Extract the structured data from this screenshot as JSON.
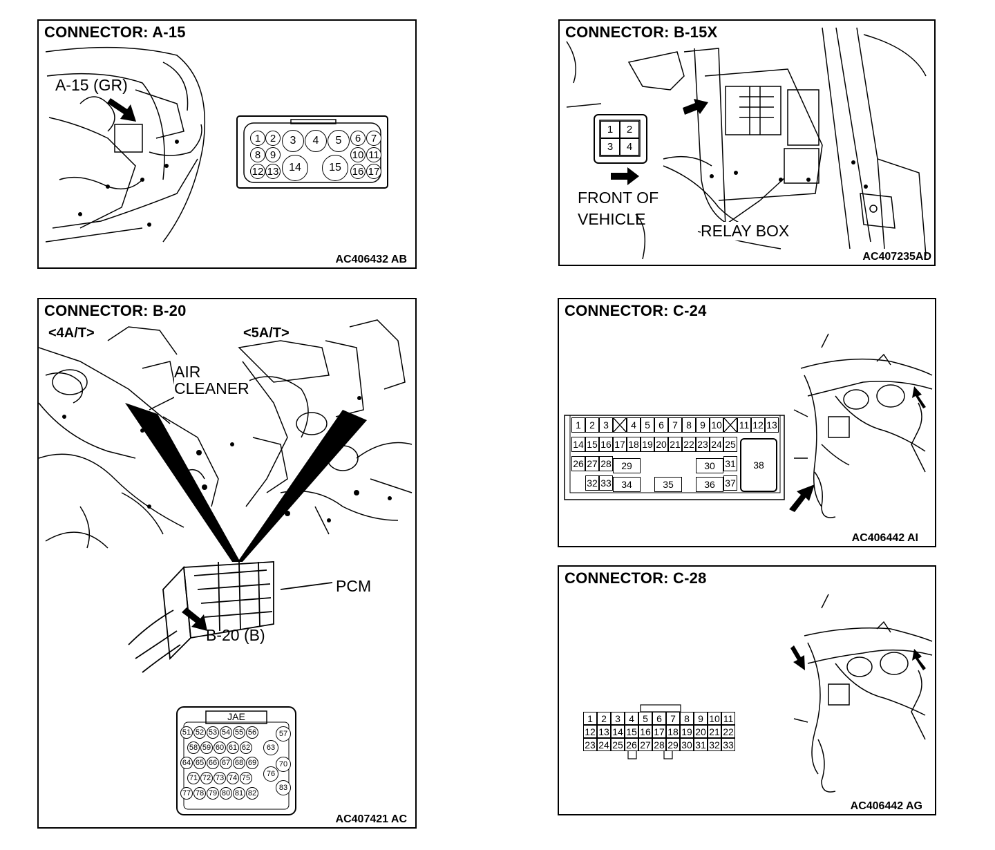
{
  "panels": {
    "a15": {
      "title": "CONNECTOR: A-15",
      "code": "AC406432 AB",
      "callout": "A-15 (GR)",
      "pins": [
        "1",
        "2",
        "3",
        "4",
        "5",
        "6",
        "7",
        "8",
        "9",
        "10",
        "11",
        "12",
        "13",
        "14",
        "15",
        "16",
        "17"
      ]
    },
    "b15x": {
      "title": "CONNECTOR: B-15X",
      "code": "AC407235AD",
      "front_label_1": "FRONT OF",
      "front_label_2": "VEHICLE",
      "relay_label": "RELAY BOX",
      "pins": [
        "1",
        "2",
        "3",
        "4"
      ]
    },
    "b20": {
      "title": "CONNECTOR: B-20",
      "code": "AC407421 AC",
      "variant_left": "<4A/T>",
      "variant_right": "<5A/T>",
      "air_label_1": "AIR",
      "air_label_2": "CLEANER",
      "pcm_label": "PCM",
      "callout": "B-20 (B)",
      "maker": "JAE",
      "pins": [
        "51",
        "52",
        "53",
        "54",
        "55",
        "56",
        "57",
        "58",
        "59",
        "60",
        "61",
        "62",
        "63",
        "64",
        "65",
        "66",
        "67",
        "68",
        "69",
        "70",
        "71",
        "72",
        "73",
        "74",
        "75",
        "76",
        "77",
        "78",
        "79",
        "80",
        "81",
        "82",
        "83"
      ]
    },
    "c24": {
      "title": "CONNECTOR: C-24",
      "code": "AC406442 AI",
      "pins": [
        "1",
        "2",
        "3",
        "4",
        "5",
        "6",
        "7",
        "8",
        "9",
        "10",
        "11",
        "12",
        "13",
        "14",
        "15",
        "16",
        "17",
        "18",
        "19",
        "20",
        "21",
        "22",
        "23",
        "24",
        "25",
        "26",
        "27",
        "28",
        "29",
        "30",
        "31",
        "32",
        "33",
        "34",
        "35",
        "36",
        "37",
        "38"
      ]
    },
    "c28": {
      "title": "CONNECTOR: C-28",
      "code": "AC406442 AG",
      "pins": [
        "1",
        "2",
        "3",
        "4",
        "5",
        "6",
        "7",
        "8",
        "9",
        "10",
        "11",
        "12",
        "13",
        "14",
        "15",
        "16",
        "17",
        "18",
        "19",
        "20",
        "21",
        "22",
        "23",
        "24",
        "25",
        "26",
        "27",
        "28",
        "29",
        "30",
        "31",
        "32",
        "33"
      ]
    }
  }
}
